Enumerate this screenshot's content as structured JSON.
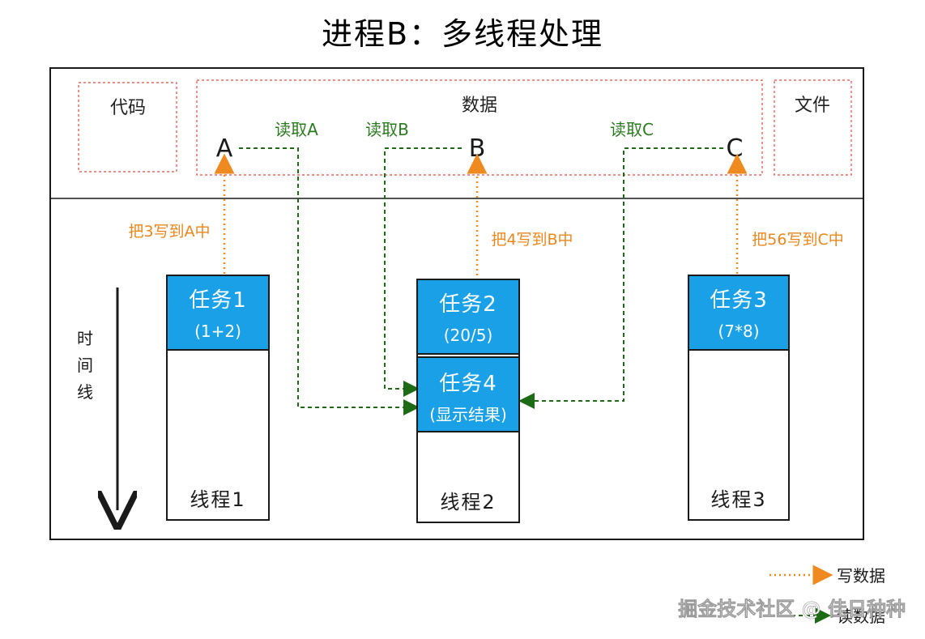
{
  "title": "进程B：多线程处理",
  "memory": {
    "code_label": "代码",
    "data_label": "数据",
    "file_label": "文件",
    "vars": [
      "A",
      "B",
      "C"
    ]
  },
  "reads": {
    "a": "读取A",
    "b": "读取B",
    "c": "读取C"
  },
  "writes": {
    "a": "把3写到A中",
    "b": "把4写到B中",
    "c": "把56写到C中"
  },
  "tasks": {
    "t1": {
      "name": "任务1",
      "expr": "(1+2)"
    },
    "t2": {
      "name": "任务2",
      "expr": "(20/5)"
    },
    "t3": {
      "name": "任务3",
      "expr": "(7*8)"
    },
    "t4": {
      "name": "任务4",
      "expr": "(显示结果)"
    }
  },
  "threads": {
    "t1": "线程1",
    "t2": "线程2",
    "t3": "线程3"
  },
  "timeline_label": "时间线",
  "legend": {
    "write": "写数据",
    "read": "读数据"
  },
  "watermark": "掘金技术社区 @ 佳日种种",
  "colors": {
    "task_fill": "#1aa0e6",
    "write_arrow": "#ee8a1f",
    "read_arrow": "#1e6b16",
    "dashed_box": "#e84a3c"
  }
}
